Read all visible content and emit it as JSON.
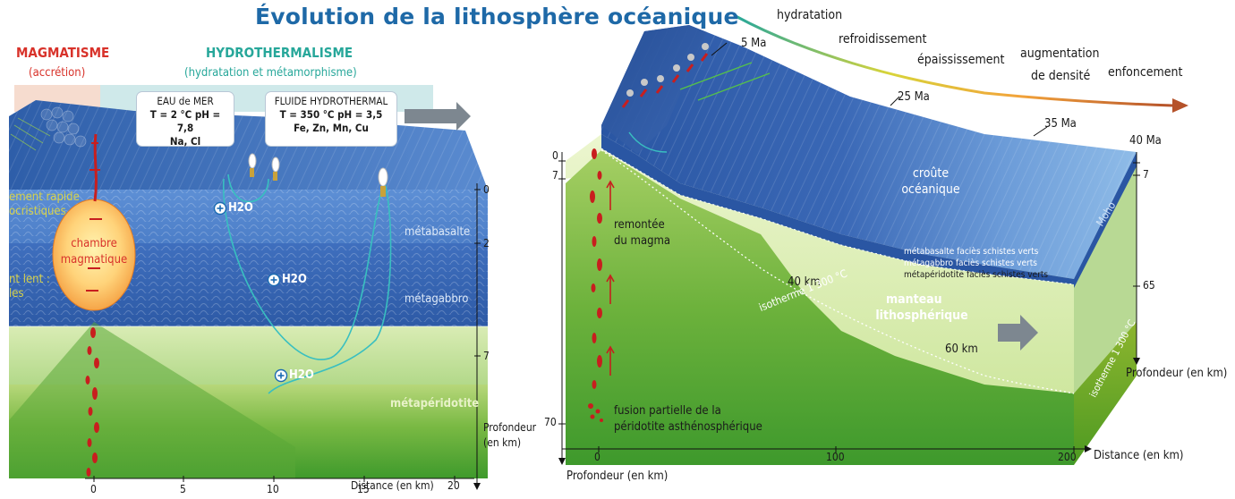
{
  "title": "Évolution de la lithosphère océanique",
  "left_block": {
    "magmatisme": "MAGMATISME",
    "accretion": "(accrétion)",
    "hydrothermalisme": "HYDROTHERMALISME",
    "hydratation_meta": "(hydratation et métamorphisme)",
    "eau_de_mer": {
      "name": "EAU de MER",
      "params": "T = 2 °C   pH = 7,8",
      "ions": "Na, Cl"
    },
    "fluide": {
      "name": "FLUIDE HYDROTHERMAL",
      "params": "T = 350 °C   pH = 3,5",
      "ions": "Fe, Zn, Mn, Cu"
    },
    "chambre_l1": "chambre",
    "chambre_l2": "magmatique",
    "refroid_rapide_l1": "ement rapide",
    "refroid_rapide_l2": "ocristiques",
    "refroid_lent_l1": "nt lent :",
    "refroid_lent_l2": "les",
    "h2o_1": "H2O",
    "h2o_2": "H2O",
    "h2o_3": "H2O",
    "metabasalte": "métabasalte",
    "metagabbro": "métagabbro",
    "metaperidotite": "métapéridotite",
    "depth_ticks": [
      "0",
      "2",
      "7"
    ],
    "depth_label_l1": "Profondeur",
    "depth_label_l2": "(en km)",
    "x_ticks": [
      "0",
      "5",
      "10",
      "15",
      "20"
    ],
    "x_label": "Distance (en km)"
  },
  "right_block": {
    "process": [
      "hydratation",
      "refroidissement",
      "épaississement",
      "augmentation",
      "de densité",
      "enfoncement"
    ],
    "ages": [
      "5 Ma",
      "25 Ma",
      "35 Ma",
      "40 Ma"
    ],
    "depth_ticks_left": [
      "0",
      "7",
      "70"
    ],
    "depth_ticks_right": [
      "7",
      "65"
    ],
    "croute_l1": "croûte",
    "croute_l2": "océanique",
    "moho": "Moho",
    "facies": [
      "métabasalte faciès schistes verts",
      "métagabbro faciès schistes verts",
      "métapéridotite faciès schistes verts"
    ],
    "remontee_l1": "remontée",
    "remontee_l2": "du magma",
    "km40": "40 km",
    "km60": "60 km",
    "isotherm": "isotherme 1 300 °C",
    "isotherm_right": "isotherme 1 300 °C",
    "manteau_l1": "manteau",
    "manteau_l2": "lithosphérique",
    "fusion_l1": "fusion partielle de la",
    "fusion_l2": "péridotite asthénosphérique",
    "x_ticks": [
      "0",
      "100",
      "200"
    ],
    "x_label": "Distance (en km)",
    "depth_label": "Profondeur (en km)",
    "depth_label_right": "Profondeur (en km)"
  },
  "colors": {
    "title": "#1e69a7",
    "magmatism": "#d8322a",
    "hydrothermalism": "#27a79a",
    "crust_dark": "#2d5ca8",
    "crust_light": "#7fb0e2",
    "mantle_green": "#6fb43a",
    "magma_red": "#c81e1e"
  }
}
